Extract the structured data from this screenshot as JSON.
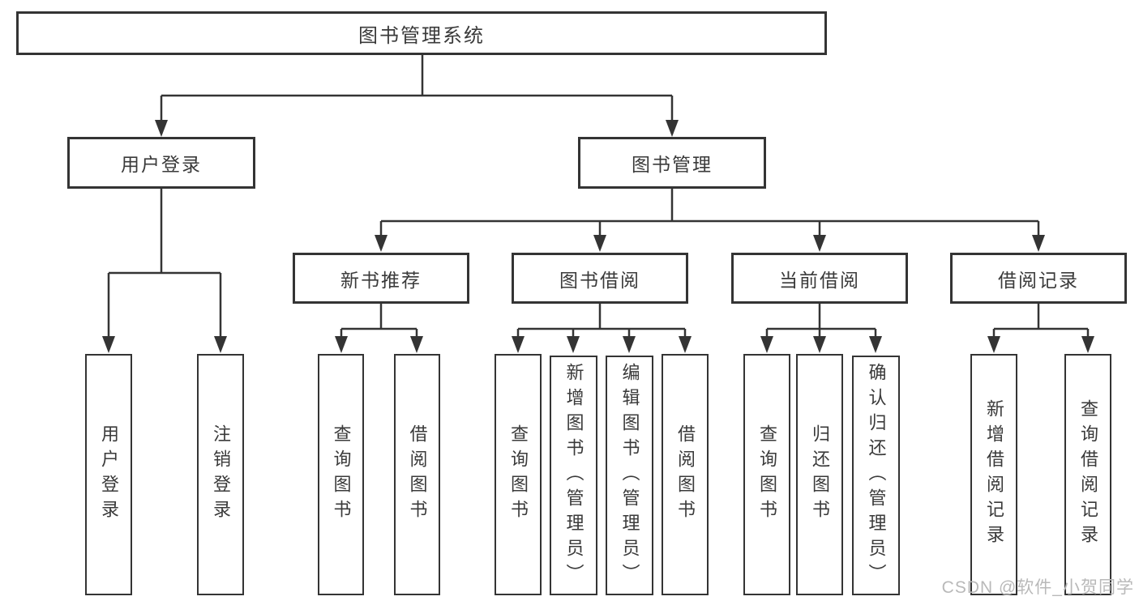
{
  "diagram": {
    "root": "图书管理系统",
    "user_login": {
      "label": "用户登录",
      "children": [
        "用户登录",
        "注销登录"
      ]
    },
    "book_mgmt": {
      "label": "图书管理",
      "groups": [
        {
          "label": "新书推荐",
          "children": [
            "查询图书",
            "借阅图书"
          ]
        },
        {
          "label": "图书借阅",
          "children": [
            "查询图书",
            "新增图书（管理员）",
            "编辑图书（管理员）",
            "借阅图书"
          ]
        },
        {
          "label": "当前借阅",
          "children": [
            "查询图书",
            "归还图书",
            "确认归还（管理员）"
          ]
        },
        {
          "label": "借阅记录",
          "children": [
            "新增借阅记录",
            "查询借阅记录"
          ]
        }
      ]
    }
  },
  "watermark": {
    "text": "CSDN @软件_小贺同学"
  },
  "colors": {
    "line": "#343434",
    "box_border": "#343434",
    "text": "#3a3a3a",
    "watermark": "#b9b9b9",
    "background": "#ffffff"
  }
}
